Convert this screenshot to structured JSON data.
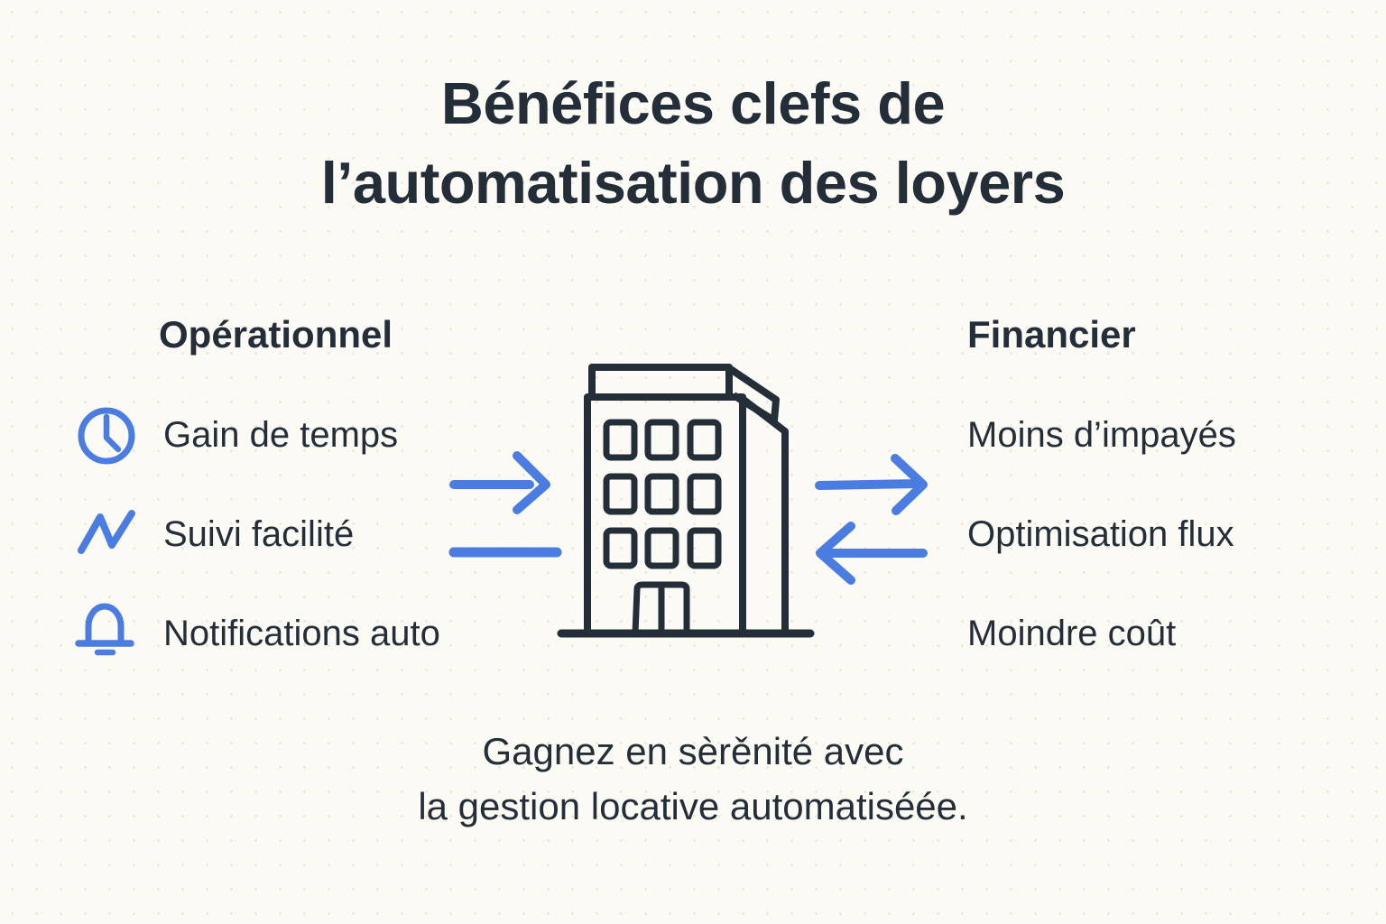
{
  "page": {
    "background_color": "#fcfaf5",
    "text_color": "#232e38",
    "accent_blue": "#4a7ce2"
  },
  "title": {
    "line1": "Bénéfices clefs de",
    "line2": "l’automatisation des loyers"
  },
  "columns": {
    "operational": {
      "header": "Opérationnel",
      "items": [
        {
          "icon": "clock-icon",
          "label": "Gain de temps"
        },
        {
          "icon": "trend-line-icon",
          "label": "Suivi facilité"
        },
        {
          "icon": "bell-icon",
          "label": "Notifications auto"
        }
      ]
    },
    "financial": {
      "header": "Financier",
      "items": [
        {
          "label": "Moins d’impayés"
        },
        {
          "label": "Optimisation flux"
        },
        {
          "label": "Moindre coût"
        }
      ]
    }
  },
  "center": {
    "illustration": "building-icon",
    "left_flow_icons": [
      "arrow-right-icon",
      "horizontal-line-icon"
    ],
    "right_flow_icons": [
      "arrow-right-icon",
      "arrow-left-icon"
    ]
  },
  "footer": {
    "line1": "Gagnez en sèrěnité avec",
    "line2": "la gestion locative automatiséée."
  }
}
